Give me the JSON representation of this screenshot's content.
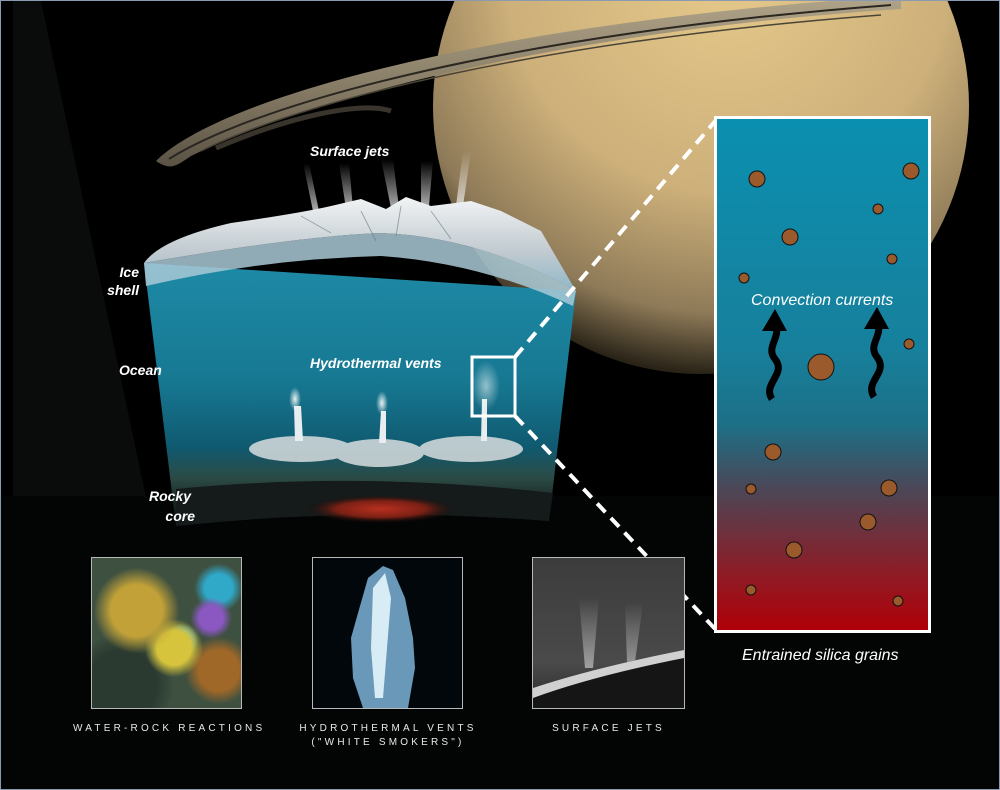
{
  "diagram": {
    "subject": "Enceladus interior cross-section with Saturn in background",
    "labels": {
      "surface_jets": "Surface jets",
      "ice_shell_line1": "Ice",
      "ice_shell_line2": "shell",
      "ocean": "Ocean",
      "hydrothermal_vents": "Hydrothermal vents",
      "rocky_core_line1": "Rocky",
      "rocky_core_line2": "core"
    },
    "inset": {
      "label_inside": "Convection currents",
      "label_below": "Entrained silica grains",
      "gradient_top": "#0b8fb0",
      "gradient_mid": "#1d6f86",
      "gradient_bottom": "#b00008",
      "grain_color": "#9a5a2c"
    },
    "photos": [
      {
        "caption": "WATER-ROCK REACTIONS"
      },
      {
        "caption": "HYDROTHERMAL VENTS\n(\"WHITE SMOKERS\")"
      },
      {
        "caption": "SURFACE JETS"
      }
    ],
    "colors": {
      "background": "#000000",
      "ocean": "#1a7f9c",
      "ice": "#dfe6ea",
      "saturn": "#d8b97a",
      "core_glow": "#a0281c",
      "border": "#8a9ab0"
    }
  }
}
